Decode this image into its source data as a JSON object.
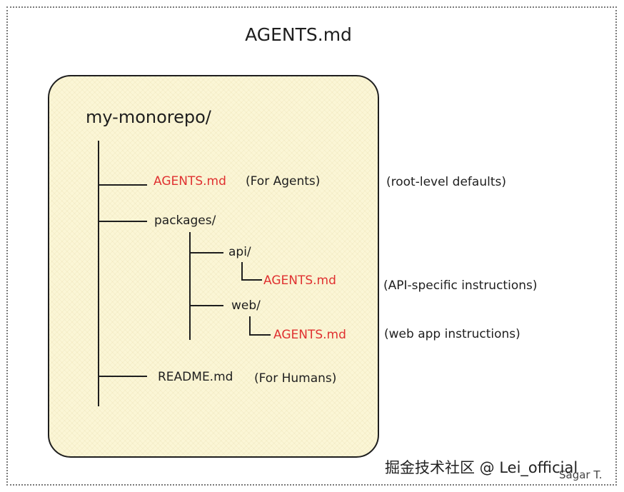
{
  "title": "AGENTS.md",
  "tree": {
    "root": "my-monorepo/",
    "root_agents": {
      "name": "AGENTS.md",
      "note": "(For Agents)",
      "annotation": "(root-level defaults)"
    },
    "packages": "packages/",
    "api": {
      "name": "api/",
      "file": "AGENTS.md",
      "annotation": "(API-specific instructions)"
    },
    "web": {
      "name": "web/",
      "file": "AGENTS.md",
      "annotation": "(web app instructions)"
    },
    "readme": {
      "name": "README.md",
      "note": "(For Humans)"
    }
  },
  "watermark": "掘金技术社区 @ Lei_official",
  "signature": "Sagar T.",
  "colors": {
    "panel_fill": "#fbf6d6",
    "stroke": "#1e1e1e",
    "agents_file": "#e03131",
    "frame": "#7a7a7a"
  }
}
